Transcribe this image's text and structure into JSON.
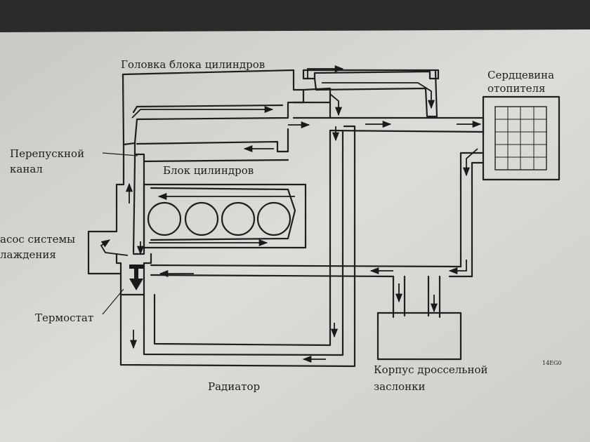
{
  "labels": {
    "cylinder_head": "Головка блока цилиндров",
    "heater_core_line1": "Сердцевина",
    "heater_core_line2": "отопителя",
    "bypass_line1": "Перепускной",
    "bypass_line2": "канал",
    "cylinder_block": "Блок цилиндров",
    "pump_line1": "асос системы",
    "pump_line2": "лаждения",
    "thermostat": "Термостат",
    "radiator": "Радиатор",
    "throttle_line1": "Корпус дроссельной",
    "throttle_line2": "заслонки",
    "figure_code": "14ЕG0"
  },
  "colors": {
    "paper": "#d9d8d4",
    "ink": "#1f1f1f"
  }
}
